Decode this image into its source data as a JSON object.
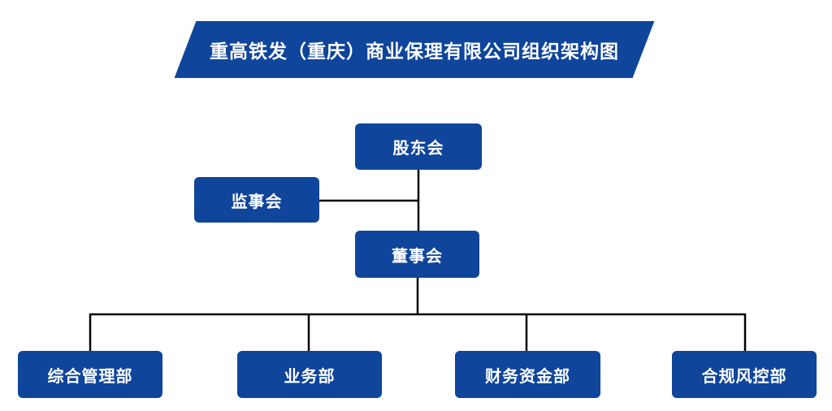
{
  "title": {
    "text": "重高铁发（重庆）商业保理有限公司组织架构图"
  },
  "colors": {
    "primary": "#0f459b",
    "line": "#000000",
    "text_on_primary": "#ffffff",
    "background": "#ffffff"
  },
  "chart_data": {
    "type": "table",
    "title": "重高铁发（重庆）商业保理有限公司组织架构图",
    "hierarchy": {
      "root": "股东会",
      "children": [
        {
          "name": "董事会",
          "children": [
            {
              "name": "综合管理部"
            },
            {
              "name": "业务部"
            },
            {
              "name": "财务资金部"
            },
            {
              "name": "合规风控部"
            }
          ]
        }
      ],
      "lateral": [
        {
          "name": "监事会",
          "connected_to": "股东会-董事会连线"
        }
      ]
    }
  },
  "nodes": [
    {
      "id": "shareholders",
      "label": "股东会"
    },
    {
      "id": "supervisory-board",
      "label": "监事会"
    },
    {
      "id": "board-of-directors",
      "label": "董事会"
    },
    {
      "id": "general-management",
      "label": "综合管理部"
    },
    {
      "id": "business-dept",
      "label": "业务部"
    },
    {
      "id": "finance-treasury",
      "label": "财务资金部"
    },
    {
      "id": "compliance-risk",
      "label": "合规风控部"
    }
  ]
}
